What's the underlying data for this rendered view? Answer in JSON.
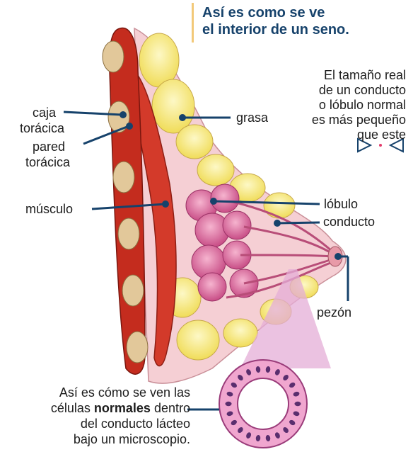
{
  "title_line1": "Así es como se ve",
  "title_line2": "el interior de un seno.",
  "size_note": [
    "El tamaño real",
    "de un conducto",
    "o lóbulo normal",
    "es más pequeño",
    "que este"
  ],
  "labels": {
    "caja_1": "caja",
    "caja_2": "torácica",
    "pared_1": "pared",
    "pared_2": "torácica",
    "musculo": "músculo",
    "grasa": "grasa",
    "lobulo": "lóbulo",
    "conducto": "conducto",
    "pezon": "pezón"
  },
  "micro_note": {
    "line1": "Así es cómo se ven las",
    "line2_pre": "células ",
    "line2_bold": "normales",
    "line2_post": " dentro",
    "line3": "del conducto lácteo",
    "line4": "bajo un microscopio."
  },
  "colors": {
    "navy": "#16426b",
    "title_bar": "#f2c979",
    "rib": "#c42c1e",
    "fat": "#f7ea7e",
    "tissue": "#f5cfd4",
    "lobule": "#d9679a",
    "indicator": "#e23b6b"
  }
}
